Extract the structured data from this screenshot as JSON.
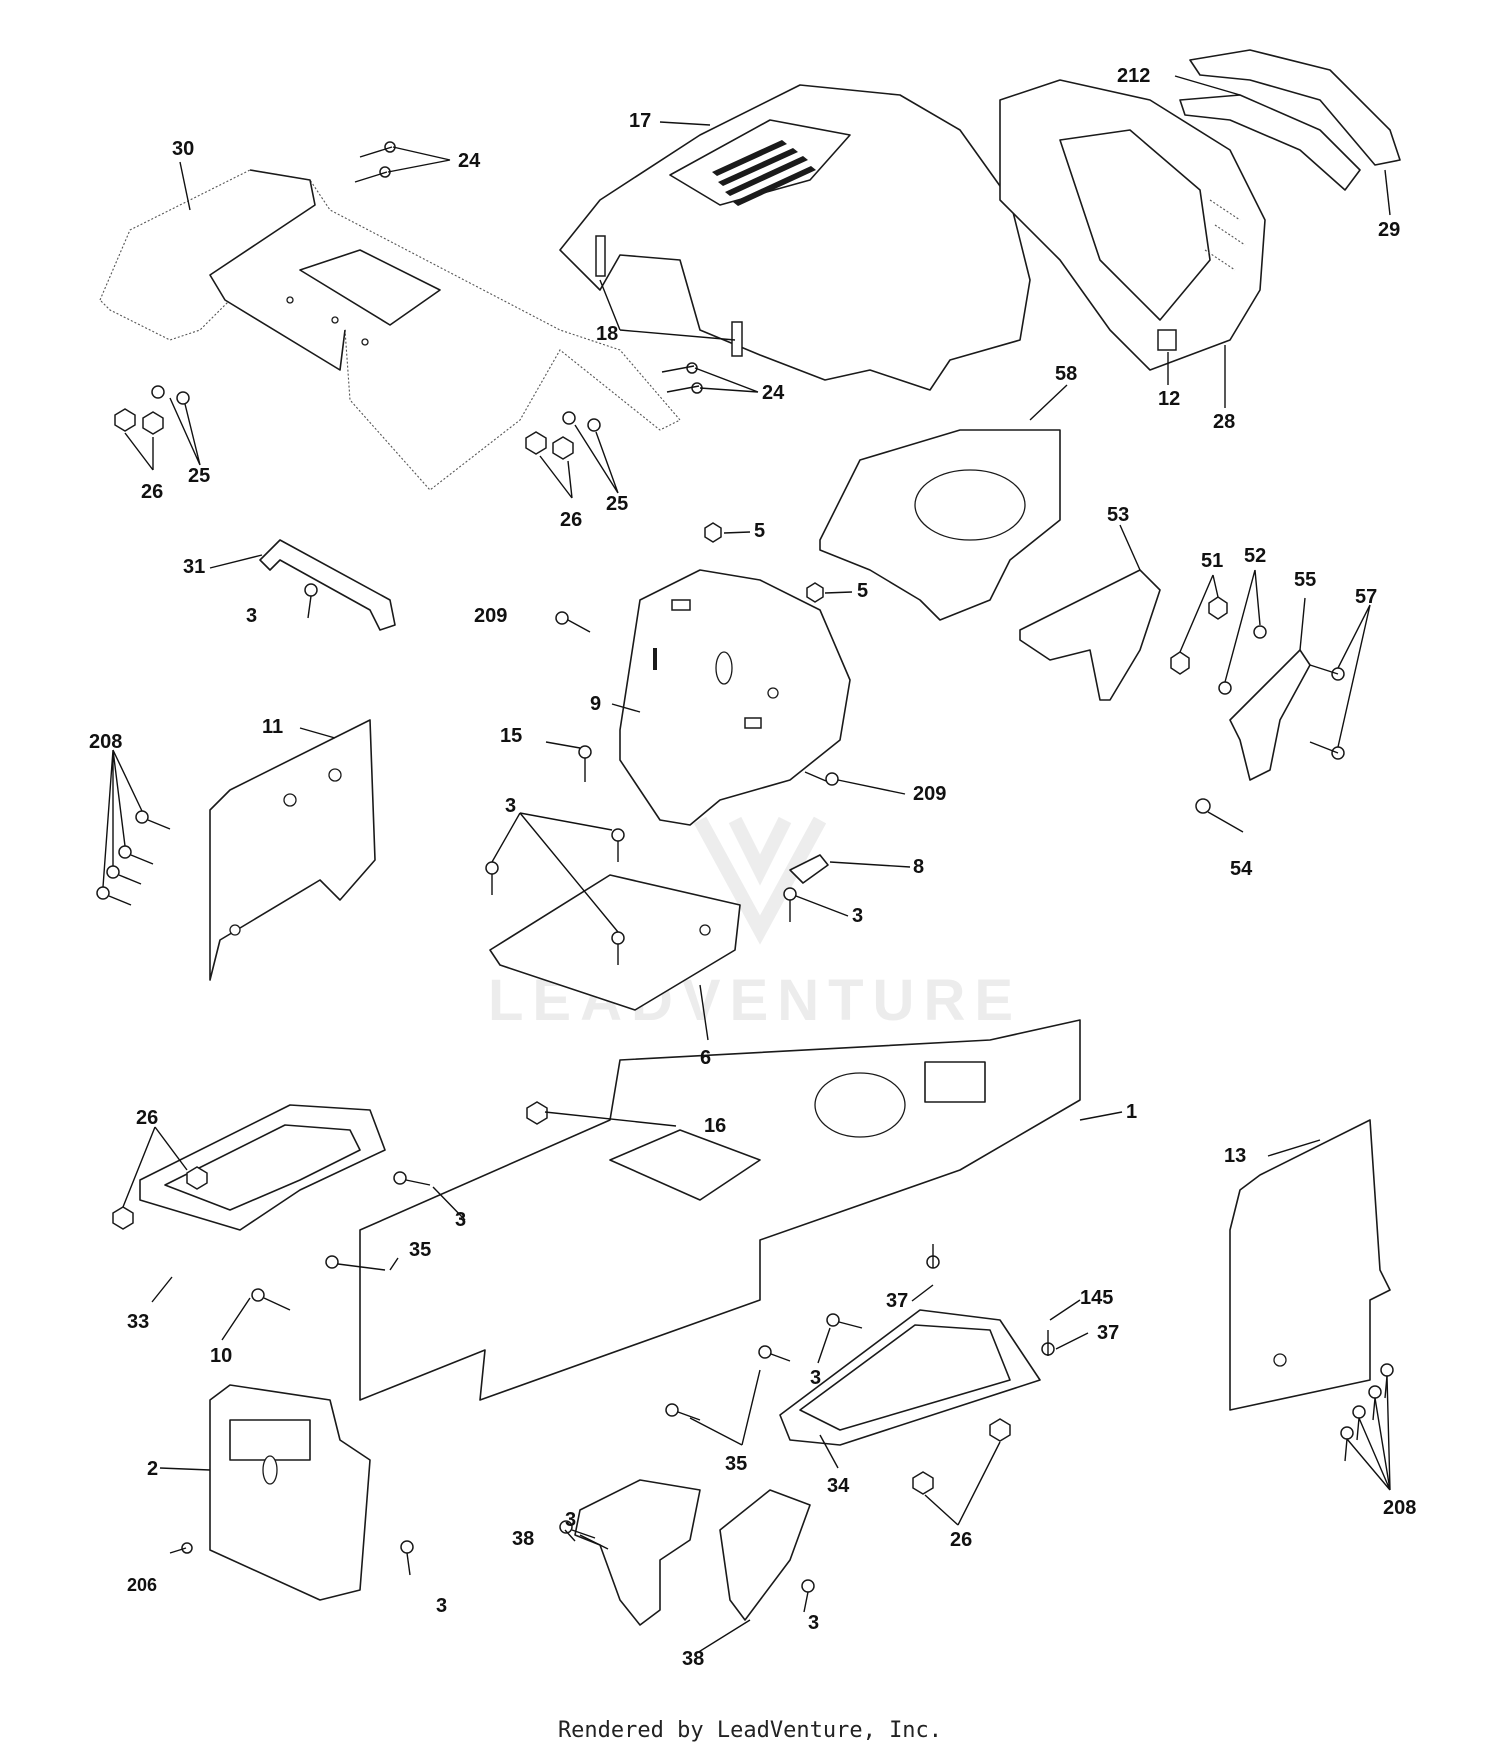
{
  "footer": {
    "rendered_by": "Rendered by LeadVenture, Inc."
  },
  "watermark": {
    "text": "LEADVENTURE"
  },
  "callouts": {
    "c30": "30",
    "c24a": "24",
    "c17": "17",
    "c212": "212",
    "c29": "29",
    "c18": "18",
    "c24b": "24",
    "c12": "12",
    "c28": "28",
    "c58": "58",
    "c26a": "26",
    "c25a": "25",
    "c26b": "26",
    "c25b": "25",
    "c5a": "5",
    "c5b": "5",
    "c31": "31",
    "c3a": "3",
    "c209a": "209",
    "c53": "53",
    "c51": "51",
    "c52": "52",
    "c55": "55",
    "c57": "57",
    "c9": "9",
    "c208a": "208",
    "c11": "11",
    "c15": "15",
    "c209b": "209",
    "c54": "54",
    "c3b": "3",
    "c8": "8",
    "c3c": "3",
    "c6": "6",
    "c26c": "26",
    "c16": "16",
    "c1": "1",
    "c13": "13",
    "c3d": "3",
    "c35a": "35",
    "c33": "33",
    "c10": "10",
    "c37a": "37",
    "c145": "145",
    "c37b": "37",
    "c3e": "3",
    "c35b": "35",
    "c34": "34",
    "c26d": "26",
    "c208b": "208",
    "c2": "2",
    "c206": "206",
    "c3f": "3",
    "c3g": "3",
    "c38a": "38",
    "c38b": "38",
    "c3h": "3"
  }
}
